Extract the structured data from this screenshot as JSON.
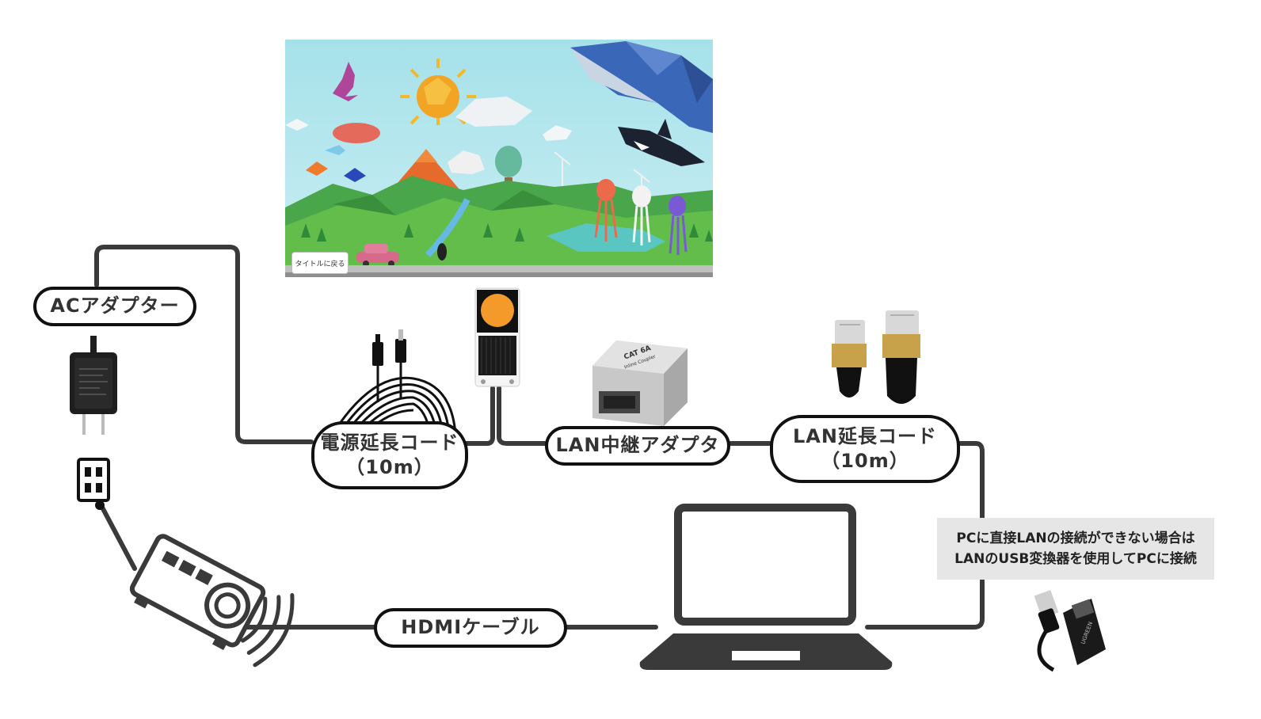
{
  "labels": {
    "ac_adapter": "ACアダプター",
    "power_extension_line1": "電源延長コード",
    "power_extension_line2": "（10m）",
    "lan_relay": "LAN中継アダプタ",
    "lan_extension_line1": "LAN延長コード",
    "lan_extension_line2": "（10m）",
    "hdmi": "HDMIケーブル"
  },
  "note": {
    "line1": "PCに直接LANの接続ができない場合は",
    "line2": "LANのUSB変換器を使用してPCに接続"
  },
  "screen": {
    "back_button": "タイトルに戻る"
  },
  "coupler": {
    "label_line1": "CAT 6A",
    "label_line2": "Inline Coupler"
  },
  "usb_adapter": {
    "brand": "UGREEN"
  },
  "colors": {
    "cable": "#3a3a3a",
    "sky": "#a8e0ea",
    "grass": "#4caf50",
    "sensor_orange": "#f39a2b",
    "note_bg": "#e6e6e6"
  }
}
